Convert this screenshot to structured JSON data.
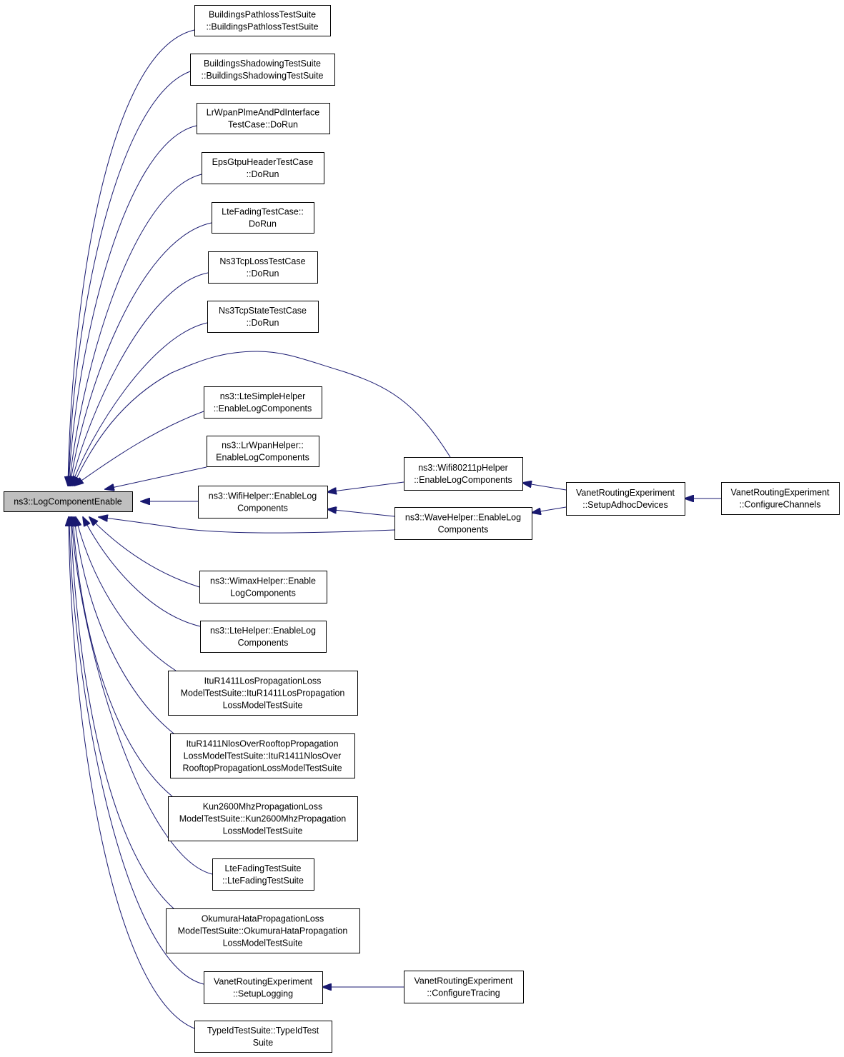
{
  "root": {
    "lines": [
      "ns3::LogComponentEnable"
    ]
  },
  "callers": [
    {
      "id": "n1",
      "lines": [
        "BuildingsPathlossTestSuite",
        "::BuildingsPathlossTestSuite"
      ]
    },
    {
      "id": "n2",
      "lines": [
        "BuildingsShadowingTestSuite",
        "::BuildingsShadowingTestSuite"
      ]
    },
    {
      "id": "n3",
      "lines": [
        "LrWpanPlmeAndPdInterface",
        "TestCase::DoRun"
      ]
    },
    {
      "id": "n4",
      "lines": [
        "EpsGtpuHeaderTestCase",
        "::DoRun"
      ]
    },
    {
      "id": "n5",
      "lines": [
        "LteFadingTestCase::",
        "DoRun"
      ]
    },
    {
      "id": "n6",
      "lines": [
        "Ns3TcpLossTestCase",
        "::DoRun"
      ]
    },
    {
      "id": "n7",
      "lines": [
        "Ns3TcpStateTestCase",
        "::DoRun"
      ]
    },
    {
      "id": "n8",
      "lines": [
        "ns3::LteSimpleHelper",
        "::EnableLogComponents"
      ]
    },
    {
      "id": "n9",
      "lines": [
        "ns3::LrWpanHelper::",
        "EnableLogComponents"
      ]
    },
    {
      "id": "n10",
      "lines": [
        "ns3::WifiHelper::EnableLog",
        "Components"
      ]
    },
    {
      "id": "n11",
      "lines": [
        "ns3::WimaxHelper::Enable",
        "LogComponents"
      ]
    },
    {
      "id": "n12",
      "lines": [
        "ns3::LteHelper::EnableLog",
        "Components"
      ]
    },
    {
      "id": "n13",
      "lines": [
        "ItuR1411LosPropagationLoss",
        "ModelTestSuite::ItuR1411LosPropagation",
        "LossModelTestSuite"
      ]
    },
    {
      "id": "n14",
      "lines": [
        "ItuR1411NlosOverRooftopPropagation",
        "LossModelTestSuite::ItuR1411NlosOver",
        "RooftopPropagationLossModelTestSuite"
      ]
    },
    {
      "id": "n15",
      "lines": [
        "Kun2600MhzPropagationLoss",
        "ModelTestSuite::Kun2600MhzPropagation",
        "LossModelTestSuite"
      ]
    },
    {
      "id": "n16",
      "lines": [
        "LteFadingTestSuite",
        "::LteFadingTestSuite"
      ]
    },
    {
      "id": "n17",
      "lines": [
        "OkumuraHataPropagationLoss",
        "ModelTestSuite::OkumuraHataPropagation",
        "LossModelTestSuite"
      ]
    },
    {
      "id": "n18",
      "lines": [
        "VanetRoutingExperiment",
        "::SetupLogging"
      ]
    },
    {
      "id": "n19",
      "lines": [
        "TypeIdTestSuite::TypeIdTest",
        "Suite"
      ]
    },
    {
      "id": "n20",
      "lines": [
        "ns3::Wifi80211pHelper",
        "::EnableLogComponents"
      ]
    },
    {
      "id": "n21",
      "lines": [
        "ns3::WaveHelper::EnableLog",
        "Components"
      ]
    },
    {
      "id": "n22",
      "lines": [
        "VanetRoutingExperiment",
        "::SetupAdhocDevices"
      ]
    },
    {
      "id": "n23",
      "lines": [
        "VanetRoutingExperiment",
        "::ConfigureChannels"
      ]
    },
    {
      "id": "n24",
      "lines": [
        "VanetRoutingExperiment",
        "::ConfigureTracing"
      ]
    }
  ],
  "edges": [
    [
      "n1",
      "root"
    ],
    [
      "n2",
      "root"
    ],
    [
      "n3",
      "root"
    ],
    [
      "n4",
      "root"
    ],
    [
      "n5",
      "root"
    ],
    [
      "n6",
      "root"
    ],
    [
      "n7",
      "root"
    ],
    [
      "n8",
      "root"
    ],
    [
      "n9",
      "root"
    ],
    [
      "n10",
      "root"
    ],
    [
      "n11",
      "root"
    ],
    [
      "n12",
      "root"
    ],
    [
      "n13",
      "root"
    ],
    [
      "n14",
      "root"
    ],
    [
      "n15",
      "root"
    ],
    [
      "n16",
      "root"
    ],
    [
      "n17",
      "root"
    ],
    [
      "n18",
      "root"
    ],
    [
      "n19",
      "root"
    ],
    [
      "n20",
      "root"
    ],
    [
      "n21",
      "root"
    ],
    [
      "n20",
      "n10"
    ],
    [
      "n21",
      "n10"
    ],
    [
      "n22",
      "n20"
    ],
    [
      "n22",
      "n21"
    ],
    [
      "n23",
      "n22"
    ],
    [
      "n24",
      "n18"
    ]
  ],
  "colors": {
    "edge": "#191970",
    "root_fill": "#bfbfbf",
    "node_fill": "#ffffff",
    "border": "#000000"
  }
}
